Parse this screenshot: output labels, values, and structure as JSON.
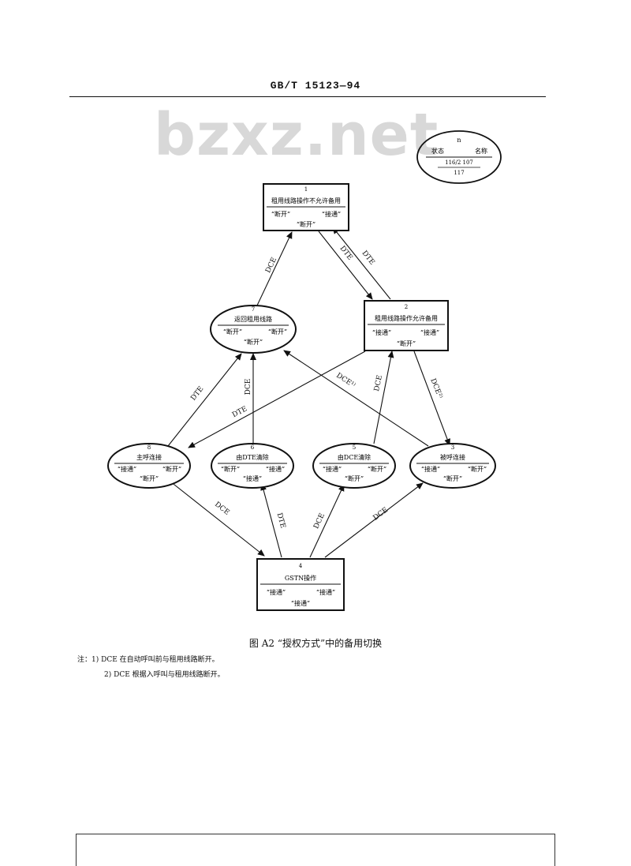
{
  "header": {
    "code": "GB/T 15123—94"
  },
  "watermark": "bzxz.net",
  "legend": {
    "n": "n",
    "state": "状态",
    "name": "名称",
    "line1": "116/2 107",
    "line2": "117"
  },
  "nodes": [
    {
      "id": "1",
      "num": "1",
      "title": "租用线路操作不允许备用",
      "left": "“断开”",
      "right": "“接通”",
      "bottom": "“断开”"
    },
    {
      "id": "2",
      "num": "2",
      "title": "租用线路操作允许备用",
      "left": "“接通”",
      "right": "“接通”",
      "bottom": "“断开”"
    },
    {
      "id": "7",
      "num": "7",
      "title": "返回租用线路",
      "left": "“断开”",
      "right": "“断开”",
      "bottom": "“断开”"
    },
    {
      "id": "8",
      "num": "8",
      "title": "主呼连接",
      "left": "“接通”",
      "right": "“断开”",
      "bottom": "“断开”"
    },
    {
      "id": "6",
      "num": "6",
      "title": "由DTE清除",
      "left": "“断开”",
      "right": "“接通”",
      "bottom": "“接通”"
    },
    {
      "id": "5",
      "num": "5",
      "title": "由DCE清除",
      "left": "“接通”",
      "right": "“断开”",
      "bottom": "“断开”"
    },
    {
      "id": "3",
      "num": "3",
      "title": "被呼连接",
      "left": "“接通”",
      "right": "“断开”",
      "bottom": "“断开”"
    },
    {
      "id": "4",
      "num": "4",
      "title": "GSTN操作",
      "left": "“接通”",
      "right": "“接通”",
      "bottom": "“接通”"
    }
  ],
  "edge_labels": {
    "e7_1": "DCE",
    "e1_2": "DTE",
    "e2_1": "DTE",
    "e8_7": "DTE",
    "e6_7": "DCE",
    "e2_8": "DTE",
    "e3_7": "DCE¹⁾",
    "e5_2": "DCE",
    "e2_3": "DCE²⁾",
    "e8_4": "DCE",
    "e4_6": "DTE",
    "e4_5": "DCE",
    "e4_3": "DCE"
  },
  "caption": "图 A2 “授权方式”中的备用切换",
  "notes": [
    "注：1) DCE 在自动呼叫前与租用线路断开。",
    "2) DCE 根据入呼叫与租用线路断开。"
  ]
}
